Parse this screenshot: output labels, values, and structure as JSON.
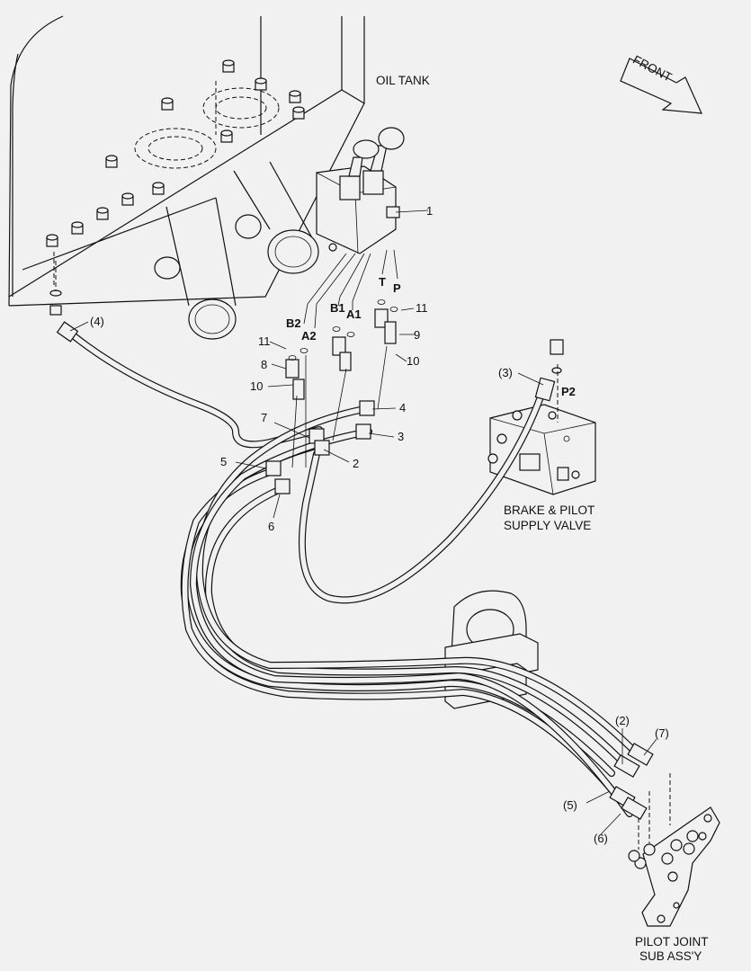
{
  "labels": {
    "oil_tank": "OIL TANK",
    "front": "FRONT",
    "brake_valve_line1": "BRAKE & PILOT",
    "brake_valve_line2": "SUPPLY VALVE",
    "pilot_joint_line1": "PILOT JOINT",
    "pilot_joint_line2": "SUB ASS'Y"
  },
  "ports": {
    "b2": "B2",
    "a2": "A2",
    "b1": "B1",
    "a1": "A1",
    "t": "T",
    "p": "P",
    "p2": "P2"
  },
  "callouts": {
    "n1": "1",
    "n2": "2",
    "n3": "3",
    "n4": "4",
    "n5": "5",
    "n6": "6",
    "n7": "7",
    "n8": "8",
    "n9": "9",
    "n10a": "10",
    "n10b": "10",
    "n11a": "11",
    "n11b": "11",
    "p2": "(2)",
    "p3": "(3)",
    "p4": "(4)",
    "p5": "(5)",
    "p6": "(6)",
    "p7": "(7)"
  },
  "colors": {
    "ink": "#111111",
    "paper": "#f1f1f1"
  }
}
